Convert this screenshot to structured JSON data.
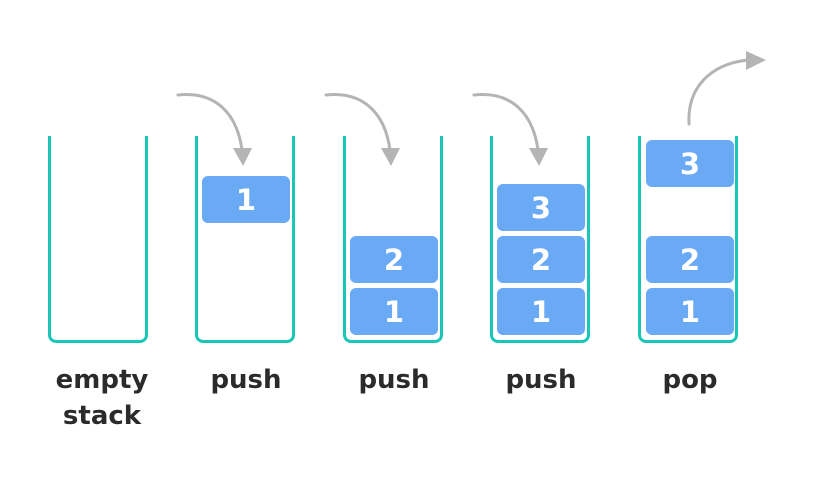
{
  "colors": {
    "container_border": "#19c6b8",
    "block_fill": "#6aaaf5",
    "block_text": "#ffffff",
    "arrow": "#b4b4b4",
    "caption": "#2b2b2b"
  },
  "stages": [
    {
      "caption_line1": "empty",
      "caption_line2": "stack",
      "blocks": []
    },
    {
      "caption_line1": "push",
      "caption_line2": "",
      "blocks": [
        "1"
      ],
      "arrow": "in"
    },
    {
      "caption_line1": "push",
      "caption_line2": "",
      "blocks": [
        "2",
        "1"
      ],
      "arrow": "in"
    },
    {
      "caption_line1": "push",
      "caption_line2": "",
      "blocks": [
        "3",
        "2",
        "1"
      ],
      "arrow": "in"
    },
    {
      "caption_line1": "pop",
      "caption_line2": "",
      "blocks": [
        "3",
        "2",
        "1"
      ],
      "arrow": "out"
    }
  ]
}
